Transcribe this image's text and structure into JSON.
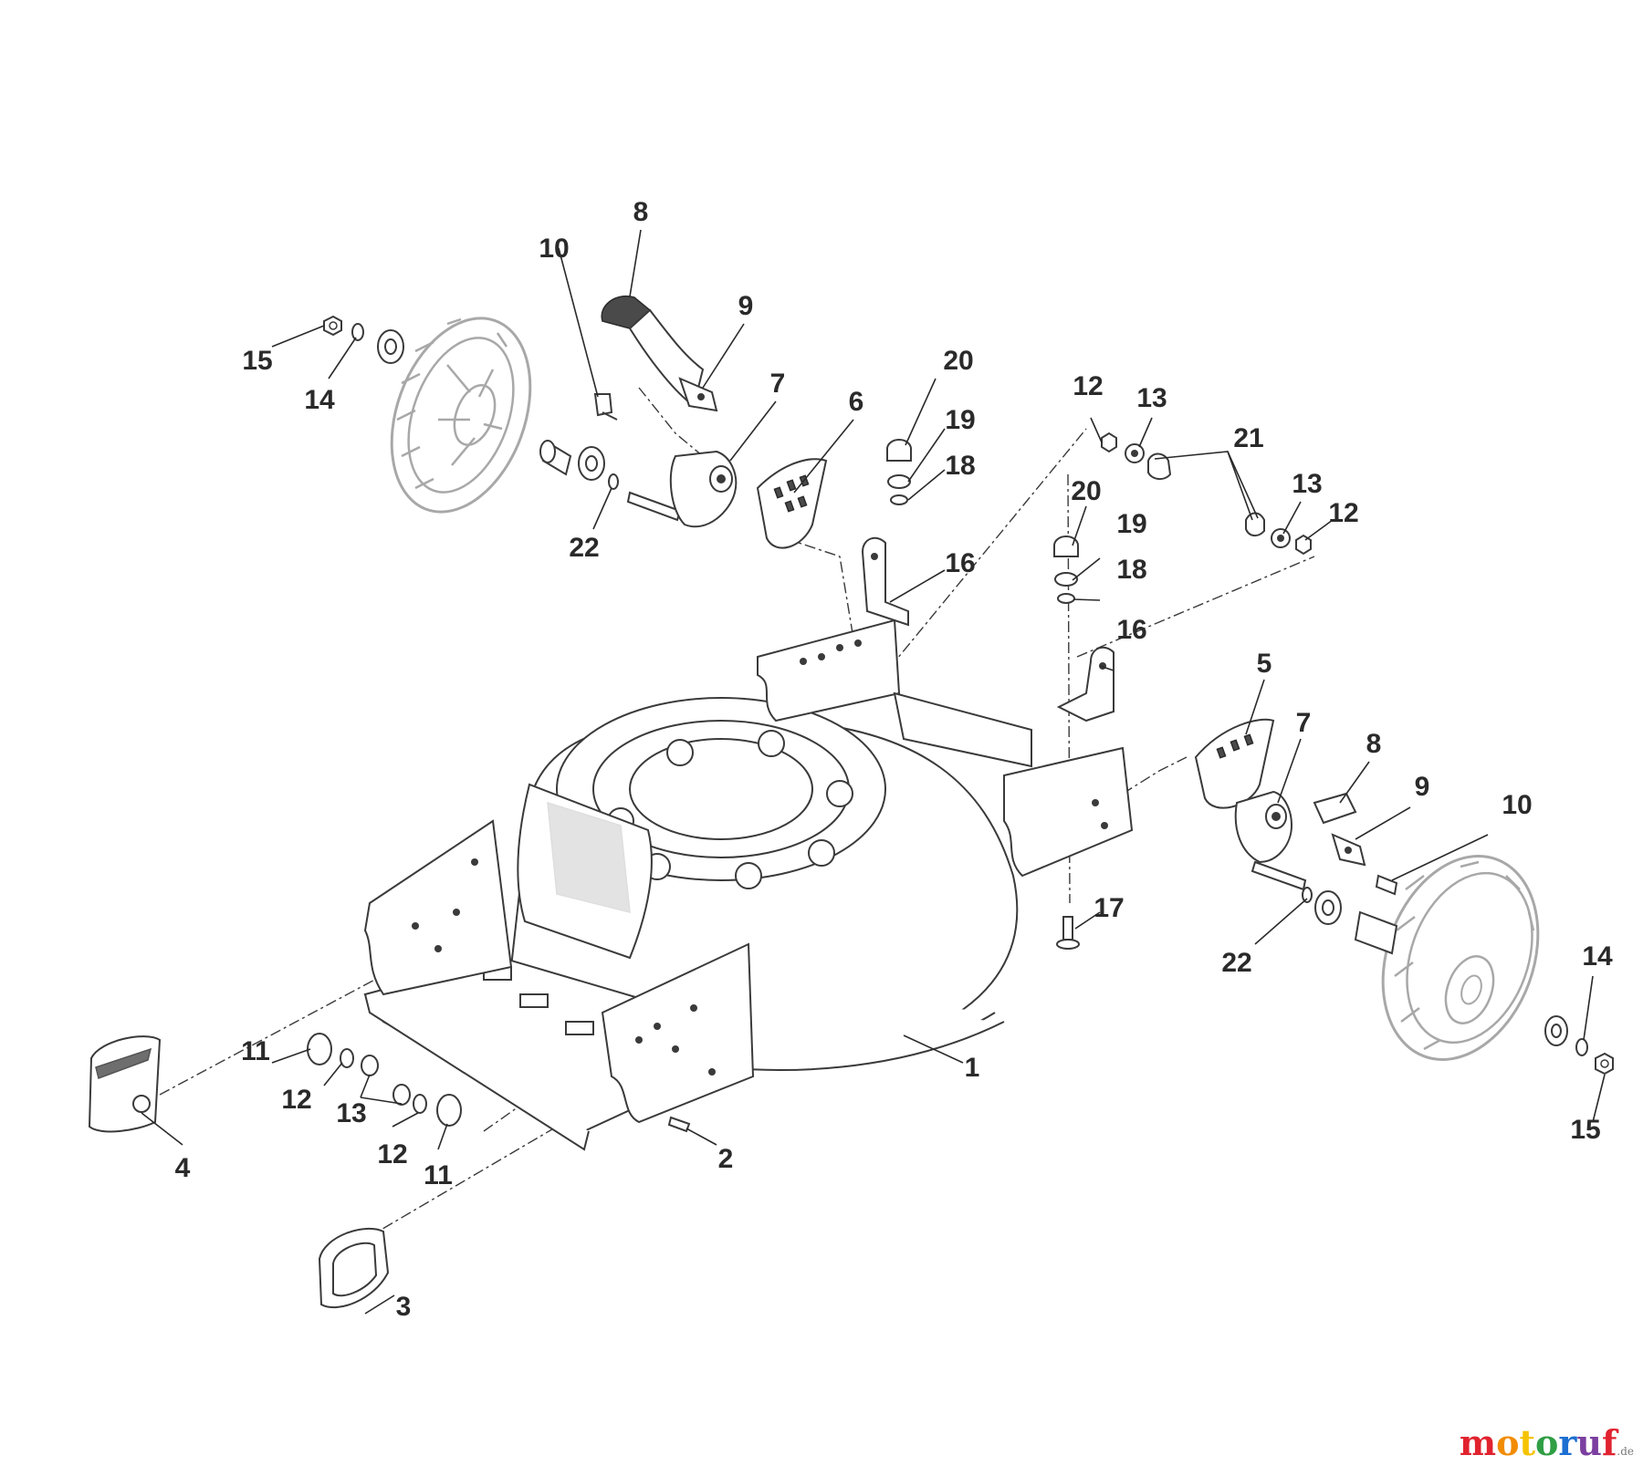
{
  "watermark": {
    "text": "motoruf",
    "suffix": ".de",
    "colors": [
      "#e0232f",
      "#f28c00",
      "#f6c300",
      "#2f9e44",
      "#1c6fd1",
      "#7b3fa0",
      "#e0232f"
    ]
  },
  "labels": [
    "1",
    "2",
    "3",
    "4",
    "5",
    "6",
    "7",
    "8",
    "9",
    "10",
    "11",
    "12",
    "13",
    "14",
    "15",
    "16",
    "17",
    "18",
    "19",
    "20",
    "21",
    "22"
  ],
  "colors": {
    "ink": "#2a2a2a",
    "wheel": "#a8a8a8"
  }
}
